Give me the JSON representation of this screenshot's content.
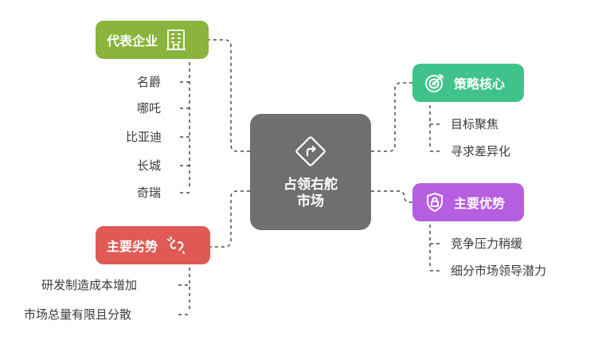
{
  "center": {
    "title_line1": "占领右舵",
    "title_line2": "市场"
  },
  "branches": {
    "top_left": {
      "label": "代表企业",
      "color": "#8ab43b",
      "items": [
        "名爵",
        "哪吒",
        "比亚迪",
        "长城",
        "奇瑞"
      ]
    },
    "bottom_left": {
      "label": "主要劣势",
      "color": "#e05a55",
      "items": [
        "研发制造成本增加",
        "市场总量有限且分散"
      ]
    },
    "top_right": {
      "label": "策略核心",
      "color": "#3fc38a",
      "items": [
        "目标聚焦",
        "寻求差异化"
      ]
    },
    "bottom_right": {
      "label": "主要优势",
      "color": "#b65ee0",
      "items": [
        "竞争压力稍缓",
        "细分市场领导潜力"
      ]
    }
  },
  "icons": {
    "center": "turn-right-diamond-icon",
    "top_left": "building-icon",
    "bottom_left": "broken-link-icon",
    "top_right": "target-icon",
    "bottom_right": "lock-shield-icon"
  },
  "link_color": "#4a4a4a"
}
